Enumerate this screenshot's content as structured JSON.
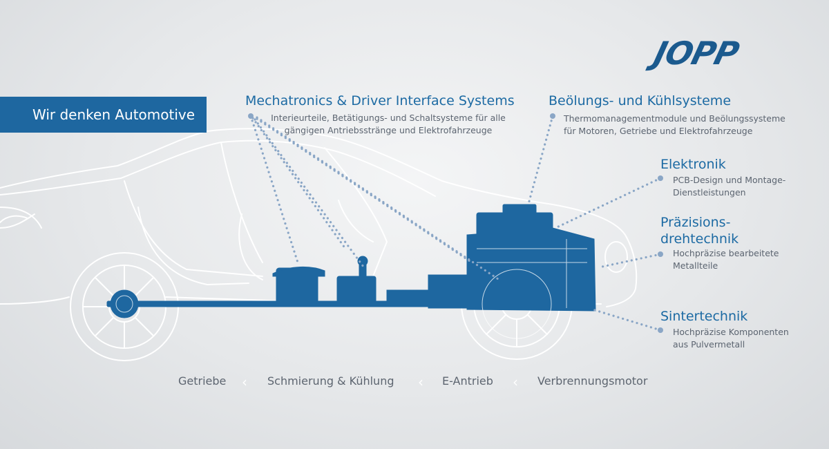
{
  "brand": {
    "logo": "JOPP",
    "tagline": "Wir denken Automotive"
  },
  "callouts": {
    "mechatronics": {
      "title": "Mechatronics & Driver Interface Systems",
      "line1": "Interieurteile, Betätigungs- und Schaltsysteme für alle",
      "line2": "gängigen Antriebsstränge und Elektrofahrzeuge"
    },
    "oiling": {
      "title": "Beölungs- und Kühlsysteme",
      "line1": "Thermomanagementmodule und Beölungssysteme",
      "line2": "für Motoren, Getriebe und Elektrofahrzeuge"
    },
    "electronics": {
      "title": "Elektronik",
      "line1": "PCB-Design und Montage-",
      "line2": "Dienstleistungen"
    },
    "turning": {
      "title1": "Präzisions-",
      "title2": "drehtechnik",
      "line1": "Hochpräzise bearbeitete",
      "line2": "Metallteile"
    },
    "sinter": {
      "title": "Sintertechnik",
      "line1": "Hochpräzise Komponenten",
      "line2": "aus Pulvermetall"
    }
  },
  "nav": {
    "items": [
      "Getriebe",
      "Schmierung & Kühlung",
      "E-Antrieb",
      "Verbrennungsmotor"
    ],
    "separator": "‹"
  },
  "colors": {
    "brand_blue": "#1e67a0",
    "title_blue": "#1c6aa3",
    "dot_blue": "#8aa6c6",
    "text_gray": "#5b6470"
  }
}
